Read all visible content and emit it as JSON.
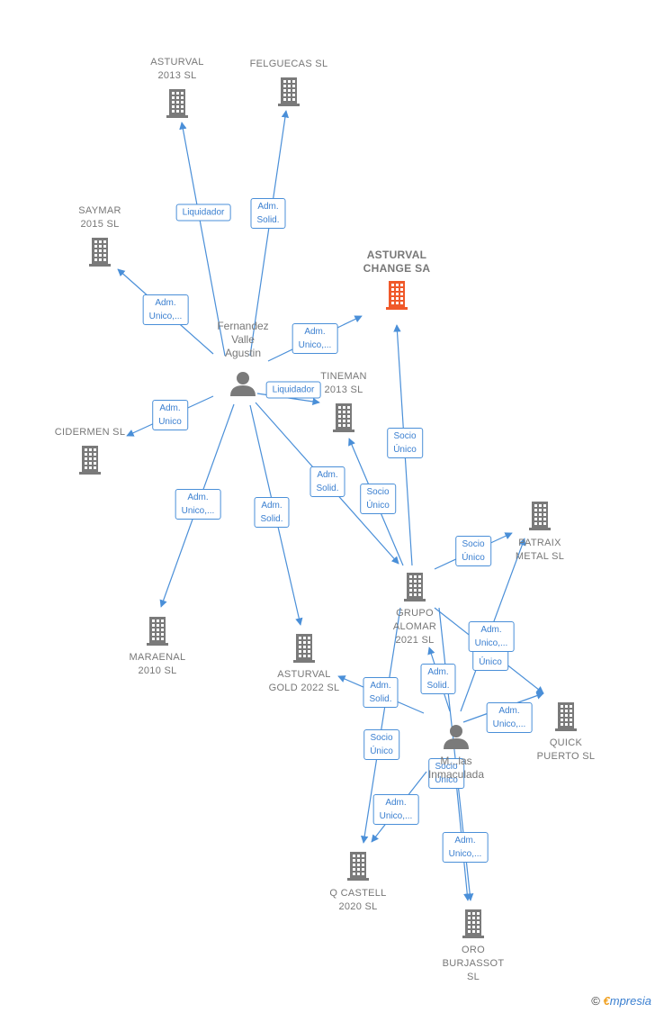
{
  "colors": {
    "edge": "#4a8fd8",
    "building": "#7a7a7a",
    "building_main": "#f0592a",
    "person": "#7a7a7a"
  },
  "companies": [
    {
      "id": "asturval2013",
      "label": "ASTURVAL\n2013 SL"
    },
    {
      "id": "felguecas",
      "label": "FELGUECAS SL"
    },
    {
      "id": "saymar",
      "label": "SAYMAR\n2015  SL"
    },
    {
      "id": "asturvalchange",
      "label": "ASTURVAL\nCHANGE SA",
      "main": true
    },
    {
      "id": "tineman",
      "label": "TINEMAN\n2013 SL"
    },
    {
      "id": "cidermen",
      "label": "CIDERMEN  SL"
    },
    {
      "id": "patraix",
      "label": "PATRAIX\nMETAL  SL"
    },
    {
      "id": "grupoalomar",
      "label": "GRUPO\nALOMAR\n2021  SL"
    },
    {
      "id": "maraenal",
      "label": "MARAENAL\n2010 SL"
    },
    {
      "id": "asturvalgold",
      "label": "ASTURVAL\nGOLD 2022  SL"
    },
    {
      "id": "quickpuerto",
      "label": "QUICK\nPUERTO  SL"
    },
    {
      "id": "qcastell",
      "label": "Q CASTELL\n2020  SL"
    },
    {
      "id": "oroburjassot",
      "label": "ORO\nBURJASSOT\nSL"
    }
  ],
  "persons": [
    {
      "id": "fernandez",
      "label": "Fernandez\nValle\nAgustin"
    },
    {
      "id": "person2",
      "label": "M...las\nInmaculada"
    }
  ],
  "edges": [
    {
      "from": "fernandez",
      "to": "asturval2013",
      "label": "Liquidador"
    },
    {
      "from": "fernandez",
      "to": "felguecas",
      "label": "Adm.\nSolid."
    },
    {
      "from": "fernandez",
      "to": "saymar",
      "label": "Adm.\nUnico,..."
    },
    {
      "from": "fernandez",
      "to": "asturvalchange",
      "label": "Adm.\nUnico,..."
    },
    {
      "from": "fernandez",
      "to": "tineman",
      "label": "Liquidador"
    },
    {
      "from": "fernandez",
      "to": "cidermen",
      "label": "Adm.\nUnico"
    },
    {
      "from": "fernandez",
      "to": "grupoalomar",
      "label": "Adm.\nSolid."
    },
    {
      "from": "fernandez",
      "to": "maraenal",
      "label": "Adm.\nUnico,..."
    },
    {
      "from": "fernandez",
      "to": "asturvalgold",
      "label": "Adm.\nSolid."
    },
    {
      "from": "grupoalomar",
      "to": "asturvalchange",
      "label": "Socio\nÚnico"
    },
    {
      "from": "grupoalomar",
      "to": "tineman",
      "label": "Socio\nÚnico"
    },
    {
      "from": "grupoalomar",
      "to": "patraix",
      "label": "Socio\nÚnico"
    },
    {
      "from": "grupoalomar",
      "to": "quickpuerto",
      "label": "Socio\nÚnico"
    },
    {
      "from": "grupoalomar",
      "to": "qcastell",
      "label": "Socio\nÚnico"
    },
    {
      "from": "grupoalomar",
      "to": "oroburjassot",
      "label": "Socio\nÚnico"
    },
    {
      "from": "person2",
      "to": "patraix",
      "label": "Adm.\nUnico,..."
    },
    {
      "from": "person2",
      "to": "quickpuerto",
      "label": "Adm.\nUnico,..."
    },
    {
      "from": "person2",
      "to": "asturvalgold",
      "label": "Adm.\nSolid."
    },
    {
      "from": "person2",
      "to": "grupoalomar",
      "label": "Adm.\nSolid."
    },
    {
      "from": "person2",
      "to": "qcastell",
      "label": "Adm.\nUnico,..."
    },
    {
      "from": "person2",
      "to": "oroburjassot",
      "label": "Adm.\nUnico,..."
    }
  ],
  "brand": {
    "copyright": "©",
    "e": "€",
    "rest": "mpresia"
  }
}
